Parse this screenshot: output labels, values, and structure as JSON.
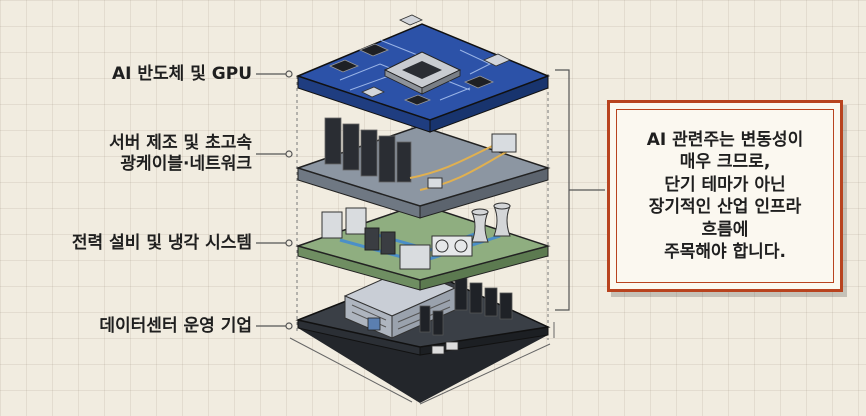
{
  "layers": [
    {
      "label_lines": [
        "AI 반도체 및 GPU"
      ]
    },
    {
      "label_lines": [
        "서버 제조 및 초고속",
        "광케이블·네트워크"
      ]
    },
    {
      "label_lines": [
        "전력 설비 및 냉각 시스템"
      ]
    },
    {
      "label_lines": [
        "데이터센터 운영 기업"
      ]
    }
  ],
  "note": {
    "lines": [
      "AI 관련주는 변동성이",
      "매우 크므로,",
      "단기 테마가 아닌",
      "장기적인 산업 인프라",
      "흐름에",
      "주목해야 합니다."
    ]
  },
  "colors": {
    "chip_layer": "#2c52a8",
    "server_layer": "#8c96a2",
    "power_layer": "#8fae80",
    "datacenter_layer": "#33373d",
    "note_border": "#b8431f",
    "cable": "#e0b050"
  }
}
